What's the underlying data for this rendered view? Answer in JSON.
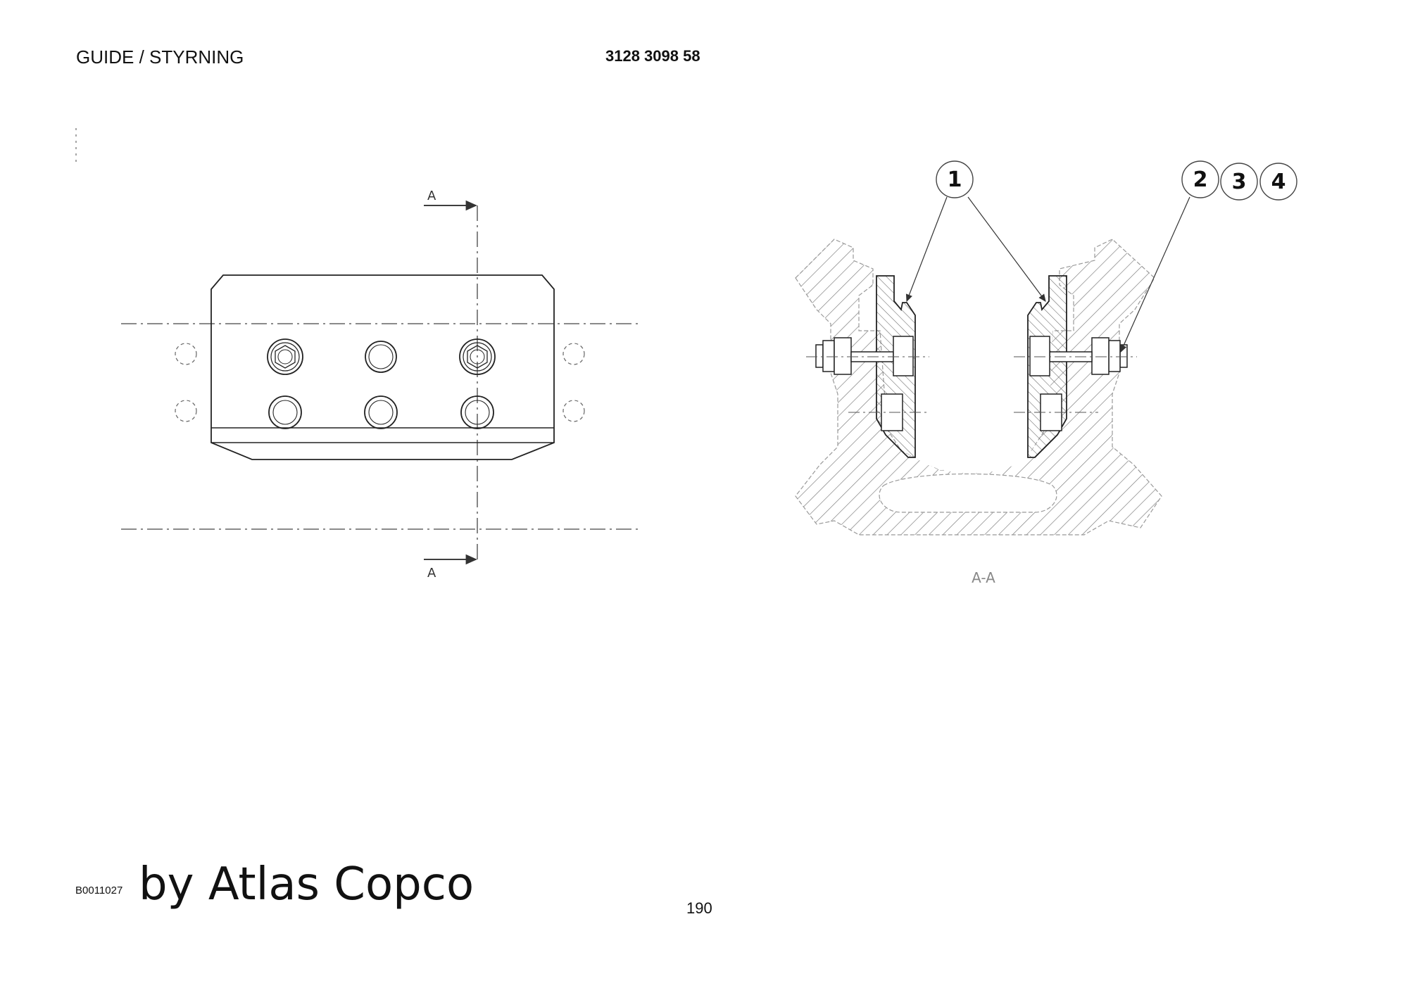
{
  "header": {
    "title": "GUIDE / STYRNING",
    "part_number": "3128 3098 58"
  },
  "drawing": {
    "section_marker": "A",
    "section_view_label": "A-A",
    "callouts": [
      "1",
      "2",
      "3",
      "4"
    ]
  },
  "footer": {
    "drawing_id": "B0011027",
    "brand": "by Atlas Copco",
    "page_number": "190"
  }
}
